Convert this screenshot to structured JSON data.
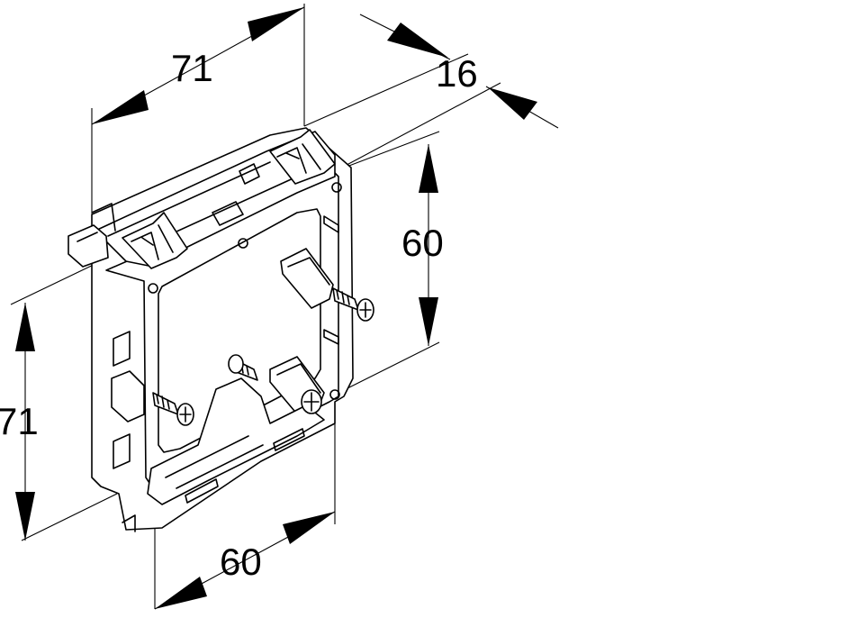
{
  "dimensions": {
    "top_width": "71",
    "depth": "16",
    "inner_height": "60",
    "outer_height": "71",
    "bottom_width": "60"
  }
}
